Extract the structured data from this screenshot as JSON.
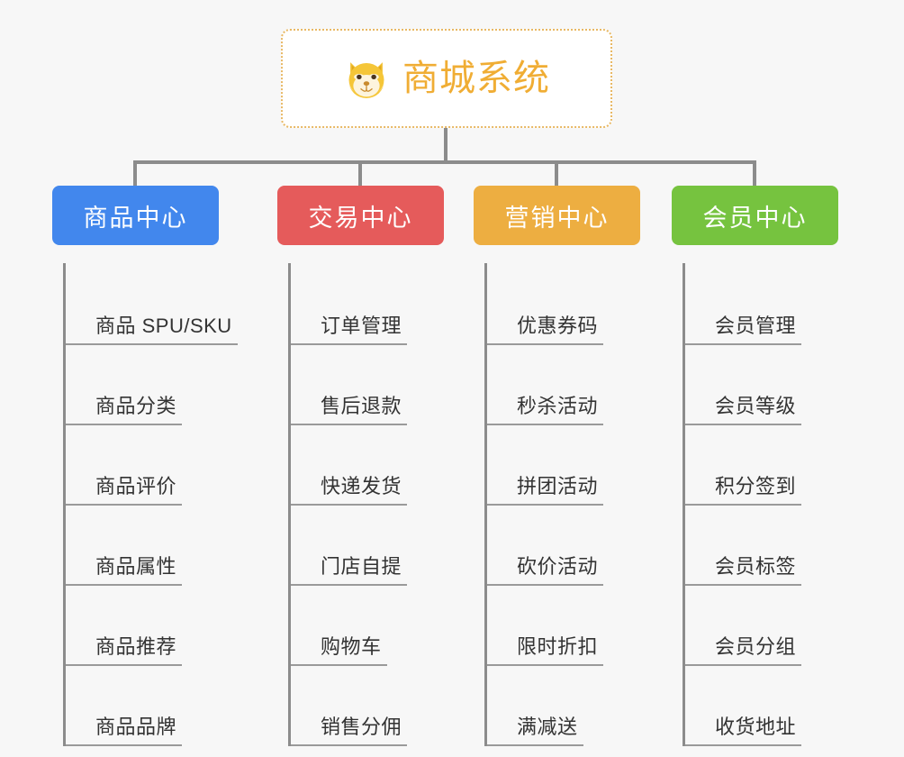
{
  "page": {
    "background_color": "#f7f7f7",
    "connector_color": "#8c8c8c"
  },
  "root": {
    "title": "商城系统",
    "icon": "shiba-dog-icon",
    "border_color": "#e8b864",
    "text_color": "#f0ad34",
    "background_color": "#ffffff"
  },
  "columns": [
    {
      "label": "商品中心",
      "color": "#4287ed",
      "items": [
        "商品 SPU/SKU",
        "商品分类",
        "商品评价",
        "商品属性",
        "商品推荐",
        "商品品牌"
      ]
    },
    {
      "label": "交易中心",
      "color": "#e55b5b",
      "items": [
        "订单管理",
        "售后退款",
        "快递发货",
        "门店自提",
        "购物车",
        "销售分佣"
      ]
    },
    {
      "label": "营销中心",
      "color": "#edae41",
      "items": [
        "优惠券码",
        "秒杀活动",
        "拼团活动",
        "砍价活动",
        "限时折扣",
        "满减送"
      ]
    },
    {
      "label": "会员中心",
      "color": "#76c33f",
      "items": [
        "会员管理",
        "会员等级",
        "积分签到",
        "会员标签",
        "会员分组",
        "收货地址"
      ]
    }
  ]
}
